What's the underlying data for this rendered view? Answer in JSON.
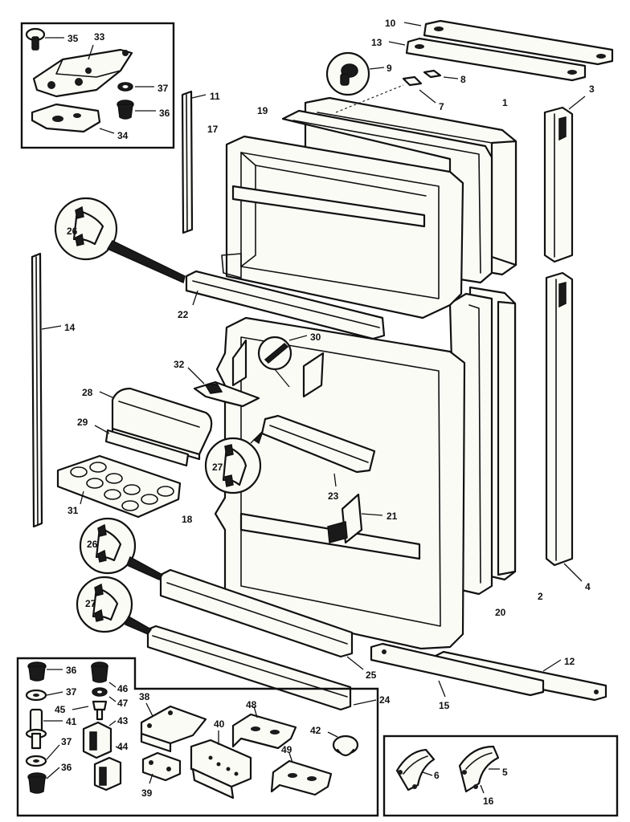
{
  "callouts": {
    "c1": "1",
    "c2": "2",
    "c3": "3",
    "c4": "4",
    "c5": "5",
    "c6": "6",
    "c7": "7",
    "c8": "8",
    "c9": "9",
    "c10": "10",
    "c11": "11",
    "c12": "12",
    "c13": "13",
    "c14": "14",
    "c15": "15",
    "c16": "16",
    "c17": "17",
    "c18": "18",
    "c19": "19",
    "c20": "20",
    "c21": "21",
    "c22": "22",
    "c23": "23",
    "c24": "24",
    "c25": "25",
    "c26a": "26",
    "c26b": "26",
    "c27a": "27",
    "c27b": "27",
    "c28": "28",
    "c29": "29",
    "c30": "30",
    "c31": "31",
    "c32": "32",
    "c33": "33",
    "c34": "34",
    "c35": "35",
    "c36a": "36",
    "c36b": "36",
    "c36c": "36",
    "c37a": "37",
    "c37b": "37",
    "c37c": "37",
    "c38": "38",
    "c39": "39",
    "c40": "40",
    "c41": "41",
    "c42": "42",
    "c43": "43",
    "c44": "44",
    "c45": "45",
    "c46": "46",
    "c47": "47",
    "c48": "48",
    "c49": "49"
  },
  "colors": {
    "ink": "#111111",
    "paper": "#ffffff"
  }
}
